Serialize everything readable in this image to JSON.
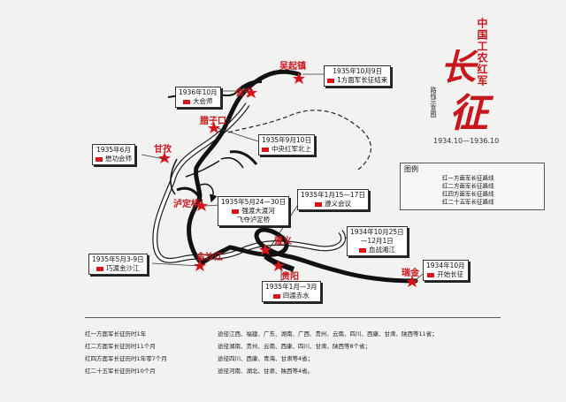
{
  "title": {
    "main": "中国工农红军",
    "calligraphy": [
      "长",
      "征"
    ],
    "subtitle": "路线示意图",
    "date_range": "1934.10—1936.10"
  },
  "places": {
    "wuqizhen": "吴起镇",
    "huining": "会宁",
    "lazikou": "腊子口",
    "ganzi": "甘孜",
    "ludingqiao": "泸定桥",
    "jinshajiang": "金沙江",
    "zunyi": "遵义",
    "guiyang": "贵阳",
    "ruijin": "瑞金"
  },
  "events": {
    "wuqizhen": {
      "date": "1935年10月9日",
      "text": "1方面军长征结束"
    },
    "huining": {
      "date": "1936年10月",
      "text": "大会师"
    },
    "lazikou": {
      "date": "1935年9月10日",
      "text": "中央红军北上"
    },
    "ganzi": {
      "date": "1935年6月",
      "text": "懋功会师"
    },
    "luding": {
      "date": "1935年5月24—30日",
      "text1": "强渡大渡河",
      "text2": "飞夺泸定桥"
    },
    "zunyi": {
      "date": "1935年1月15—17日",
      "text": "遵义会议"
    },
    "xiangjiang": {
      "date": "1934年10月25日",
      "text1": "—12月1日",
      "text2": "血战湘江"
    },
    "jinsha": {
      "date": "1935年5月3-9日",
      "text": "巧渡金沙江"
    },
    "ruijin": {
      "date": "1934年10月",
      "text": "开始长征"
    },
    "chishui": {
      "date": "1935年1月—3月",
      "text": "四渡赤水"
    }
  },
  "legend": {
    "title": "图例",
    "items": [
      {
        "label": "红一方面军长征路线",
        "style": "solid-black"
      },
      {
        "label": "红二方面军长征路线",
        "style": "white-outline"
      },
      {
        "label": "红四方面军长征路线",
        "style": "black-arrow"
      },
      {
        "label": "红二十五军长征路线",
        "style": "dashed"
      }
    ]
  },
  "stats": [
    {
      "left": "红一方面军长征历时1年",
      "right": "途径江西、福建、广东、湖南、广西、贵州、云南、四川、西康、甘肃、陕西等11省；"
    },
    {
      "left": "红二方面军长征历时11个月",
      "right": "途径湖南、贵州、云南、西康、四川、甘肃、陕西等8个省；"
    },
    {
      "left": "红四方面军长征历时1年零7个月",
      "right": "途径四川、西康、青海、甘肃等4省；"
    },
    {
      "left": "红二十五军长征历时10个月",
      "right": "途径河南、湖北、甘肃、陕西等4省。"
    }
  ],
  "colors": {
    "accent": "#c8161d",
    "flag": "#d7141a",
    "route": "#111111"
  }
}
